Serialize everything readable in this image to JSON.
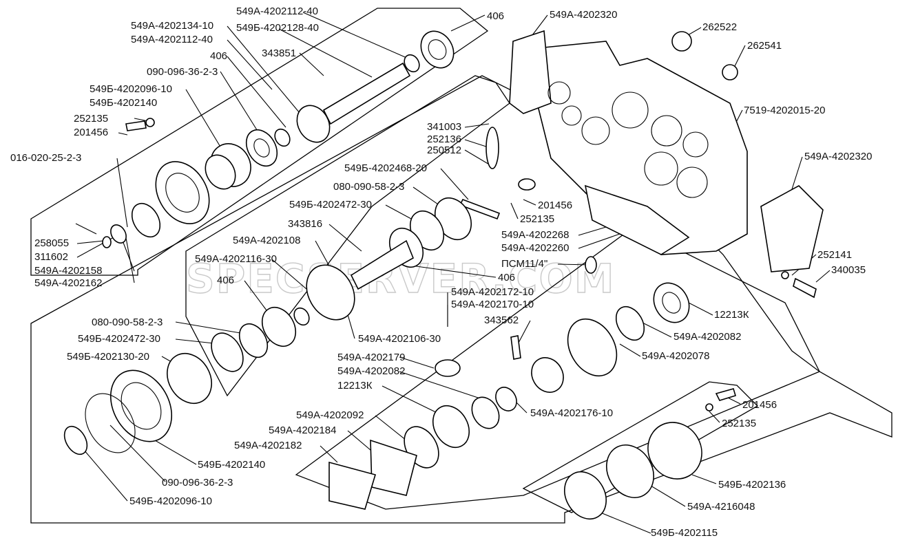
{
  "watermark": "SPECSERVER.COM",
  "callouts": [
    "549А-4202112-40",
    "406",
    "549А-4202320",
    "549А-4202134-10",
    "549Б-4202128-40",
    "549А-4202112-40",
    "343851",
    "262522",
    "406",
    "262541",
    "090-096-36-2-3",
    "549Б-4202096-10",
    "549Б-4202140",
    "7519-4202015-20",
    "252135",
    "201456",
    "341003",
    "252136",
    "250512",
    "016-020-25-2-3",
    "549Б-4202468-20",
    "549А-4202320",
    "080-090-58-2-3",
    "201456",
    "549Б-4202472-30",
    "252135",
    "343816",
    "549А-4202268",
    "549А-4202260",
    "258055",
    "549А-4202108",
    "311602",
    "ПСМ11/4\"",
    "549А-4202158",
    "549А-4202116-30",
    "252141",
    "549А-4202162",
    "406",
    "406",
    "340035",
    "549А-4202172-10",
    "549А-4202170-10",
    "12213К",
    "343562",
    "080-090-58-2-3",
    "549А-4202082",
    "549Б-4202472-30",
    "549А-4202106-30",
    "549А-4202078",
    "549Б-4202130-20",
    "549А-4202179",
    "549А-4202082",
    "12213К",
    "549А-4202176-10",
    "201456",
    "549А-4202092",
    "252135",
    "549А-4202184",
    "549А-4202182",
    "549Б-4202140",
    "549Б-4202136",
    "090-096-36-2-3",
    "549А-4216048",
    "549Б-4202096-10",
    "549Б-4202115"
  ]
}
